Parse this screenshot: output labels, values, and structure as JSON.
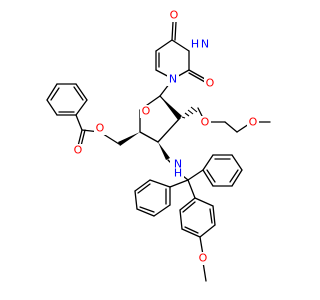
{
  "colors": {
    "background": "#ffffff",
    "bond": "#000000",
    "oxygen": "#ff0000",
    "nitrogen": "#0000ff"
  },
  "atoms": {
    "o_uracil_top": "O",
    "nh_uracil": "H",
    "n_uracil_nh": "N",
    "o_uracil_mid": "O",
    "n_uracil_n1": "N",
    "o_ester": "O",
    "o_ester_carbonyl": "O",
    "o_ring": "O",
    "o_methoxyethoxy": "O",
    "o_methoxy_chain": "O",
    "n_amine": "N",
    "h_amine": "H",
    "o_methoxy_aryl": "O"
  }
}
